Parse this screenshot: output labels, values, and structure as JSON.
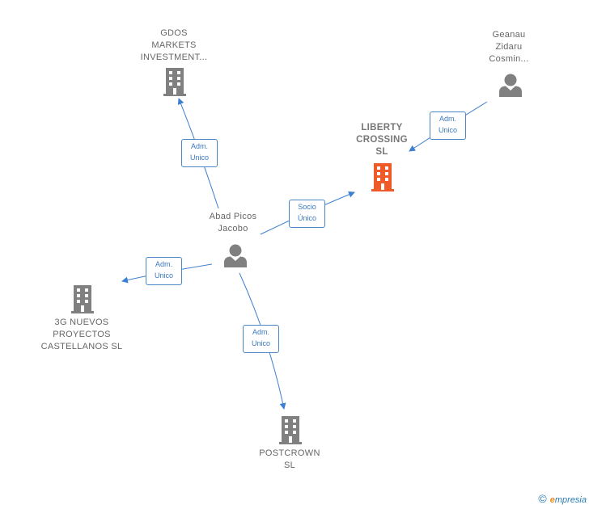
{
  "colors": {
    "edge": "#3d7fd0",
    "node_gray": "#808080",
    "focus": "#f05a28"
  },
  "nodes": {
    "gdos": {
      "lines": [
        "GDOS",
        "MARKETS",
        "INVESTMENT..."
      ],
      "icon": "building-icon"
    },
    "geanau": {
      "lines": [
        "Geanau",
        "Zidaru",
        "Cosmin..."
      ],
      "icon": "person-icon"
    },
    "liberty": {
      "lines": [
        "LIBERTY",
        "CROSSING",
        "SL"
      ],
      "icon": "building-icon"
    },
    "abad": {
      "lines": [
        "Abad Picos",
        "Jacobo"
      ],
      "icon": "person-icon"
    },
    "nuevos": {
      "lines": [
        "3G NUEVOS",
        "PROYECTOS",
        "CASTELLANOS SL"
      ],
      "icon": "building-icon"
    },
    "postcrown": {
      "lines": [
        "POSTCROWN",
        "SL"
      ],
      "icon": "building-icon"
    }
  },
  "edges": {
    "e1": {
      "lines": [
        "Adm.",
        "Unico"
      ]
    },
    "e2": {
      "lines": [
        "Adm.",
        "Unico"
      ]
    },
    "e3": {
      "lines": [
        "Socio",
        "Único"
      ]
    },
    "e4": {
      "lines": [
        "Adm.",
        "Unico"
      ]
    },
    "e5": {
      "lines": [
        "Adm.",
        "Unico"
      ]
    }
  },
  "footer": {
    "copyright": "©",
    "brand_e": "e",
    "brand_rest": "mpresia"
  }
}
